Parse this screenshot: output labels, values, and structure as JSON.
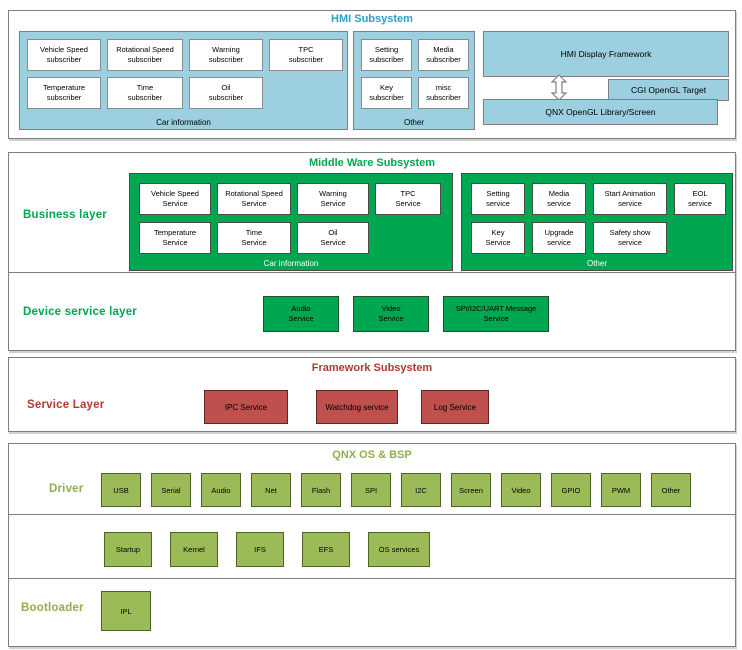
{
  "hmi": {
    "title": "HMI Subsystem",
    "car_info": {
      "caption": "Car information",
      "row1": [
        "Vehicle Speed\nsubscriber",
        "Rotational Speed\nsubscriber",
        "Warning\nsubscriber",
        "TPC\nsubscriber"
      ],
      "row2": [
        "Temperature\nsubscriber",
        "Time\nsubscriber",
        "Oil\nsubscriber"
      ]
    },
    "other": {
      "caption": "Other",
      "row1": [
        "Setting\nsubscriber",
        "Media\nsubscriber"
      ],
      "row2": [
        "Key\nsubscriber",
        "misc\nsubscriber"
      ]
    },
    "display": {
      "framework": "HMI Display Framework",
      "cgi": "CGI  OpenGL Target",
      "qnx": "QNX OpenGL Library/Screen",
      "arrow_icon": "up-down-arrow"
    }
  },
  "middleware": {
    "title": "Middle Ware Subsystem",
    "business_label": "Business layer",
    "car_info": {
      "caption": "Car information",
      "row1": [
        "Vehicle Speed\nService",
        "Rotational Speed\nService",
        "Warning\nService",
        "TPC\nService"
      ],
      "row2": [
        "Temperature\nService",
        "Time\nService",
        "Oil\nService"
      ]
    },
    "other": {
      "caption": "Other",
      "row1": [
        "Setting\nservice",
        "Media\nservice",
        "Start Animation\nservice",
        "EOL\nservice"
      ],
      "row2": [
        "Key\nService",
        "Upgrade\nservice",
        "Safety show\nservice"
      ]
    },
    "device_label": "Device service layer",
    "device_services": [
      "Audio\nService",
      "Video\nService",
      "SPI/I2C/UART Message\nService"
    ]
  },
  "framework": {
    "title": "Framework Subsystem",
    "service_label": "Service Layer",
    "services": [
      "IPC Service",
      "Watchdog service",
      "Log Service"
    ]
  },
  "qnx": {
    "title": "QNX OS & BSP",
    "driver_label": "Driver",
    "drivers": [
      "USB",
      "Serial",
      "Audio",
      "Net",
      "Flash",
      "SPI",
      "I2C",
      "Screen",
      "Video",
      "GPIO",
      "PWM",
      "Other"
    ],
    "os_components": [
      "Startup",
      "Kernel",
      "IFS",
      "EFS",
      "OS services"
    ],
    "bootloader_label": "Bootloader",
    "bootloader_components": [
      "IPL"
    ]
  },
  "colors": {
    "hmi_accent": "#2e9fc6",
    "blue_fill": "#9ccfdf",
    "green_accent": "#00a650",
    "red_accent": "#b03a30",
    "red_fill": "#c0504d",
    "olive_accent": "#8fae4d",
    "olive_fill": "#9bbb59"
  }
}
